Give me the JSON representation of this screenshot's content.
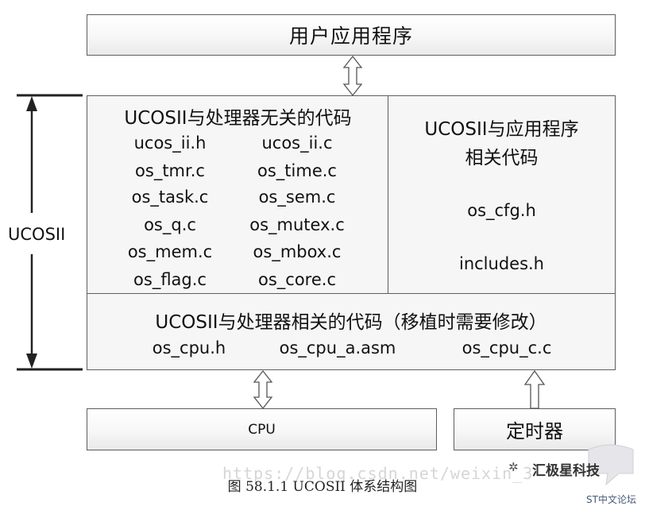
{
  "app_box": {
    "label": "用户应用程序"
  },
  "independent": {
    "title": "UCOSII与处理器无关的代码",
    "files_left": [
      "ucos_ii.h",
      "os_tmr.c",
      "os_task.c",
      "os_q.c",
      "os_mem.c",
      "os_flag.c"
    ],
    "files_right": [
      "ucos_ii.c",
      "os_time.c",
      "os_sem.c",
      "os_mutex.c",
      "os_mbox.c",
      "os_core.c"
    ]
  },
  "app_related": {
    "title_line1": "UCOSII与应用程序",
    "title_line2": "相关代码",
    "file1": "os_cfg.h",
    "file2": "includes.h"
  },
  "dependent": {
    "title": "UCOSII与处理器相关的代码（移植时需要修改）",
    "files": [
      "os_cpu.h",
      "os_cpu_a.asm",
      "os_cpu_c.c"
    ]
  },
  "side_label": "UCOSII",
  "cpu_box": {
    "label": "CPU"
  },
  "timer_box": {
    "label": "定时器"
  },
  "caption": "图 58.1.1 UCOSII 体系结构图",
  "watermark": "https://blog.csdn.net/weixin_3",
  "brand": {
    "name": "汇极星科技",
    "forum": "ST中文论坛"
  }
}
